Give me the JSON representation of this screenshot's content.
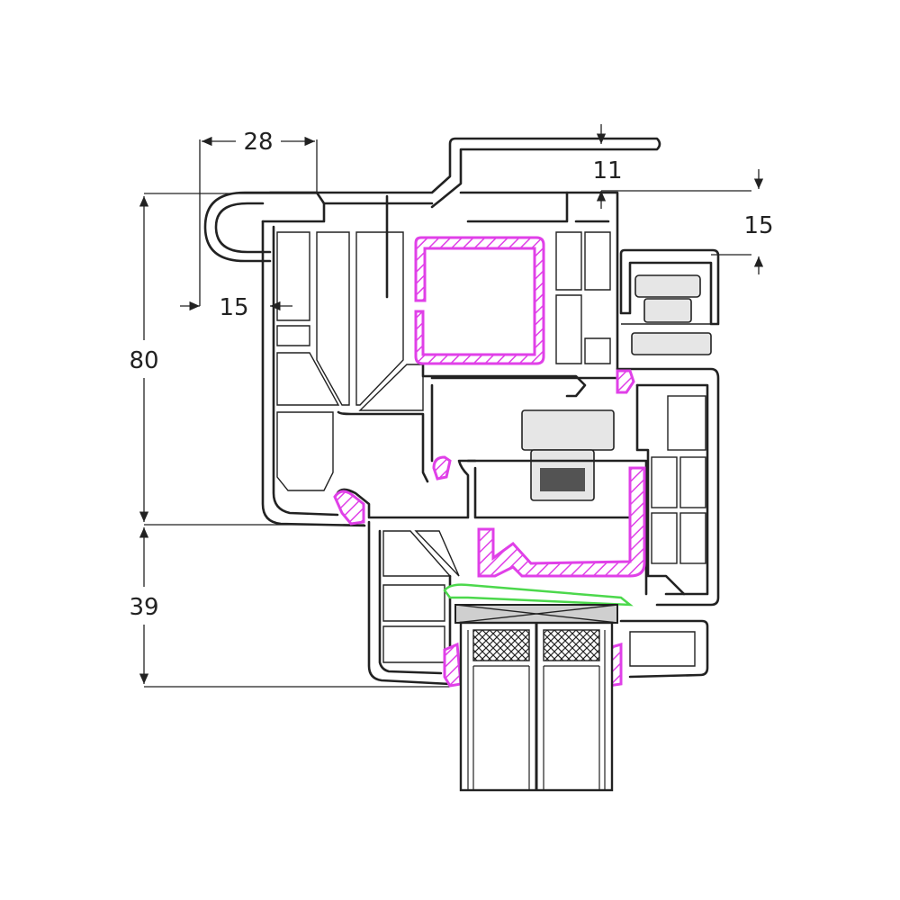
{
  "dimensions": {
    "frame_depth_label": "80",
    "sash_height_label": "39",
    "top_overlap_label": "28",
    "left_offset_label": "15",
    "top_right_gap_label": "11",
    "right_rebate_label": "15"
  },
  "colors": {
    "profile_outline": "#222222",
    "steel_reinforcement": "#e040e8",
    "gasket_seal": "#e040e8",
    "glazing_bead_seal": "#4cd84c",
    "background": "#ffffff"
  },
  "icons": {
    "dimension_arrow": "arrowhead"
  }
}
